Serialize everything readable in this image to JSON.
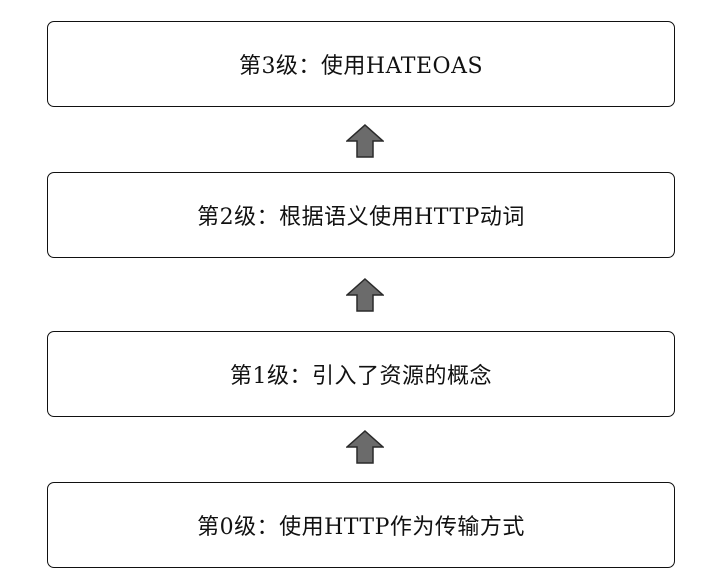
{
  "levels": [
    {
      "label": "第3级：使用HATEOAS"
    },
    {
      "label": "第2级：根据语义使用HTTP动词"
    },
    {
      "label": "第1级：引入了资源的概念"
    },
    {
      "label": "第0级：使用HTTP作为传输方式"
    }
  ],
  "colors": {
    "arrow_fill": "#6b6b6b",
    "arrow_stroke": "#2a2a2a",
    "box_border": "#111111"
  },
  "icons": {
    "arrow": "up-arrow-icon"
  }
}
